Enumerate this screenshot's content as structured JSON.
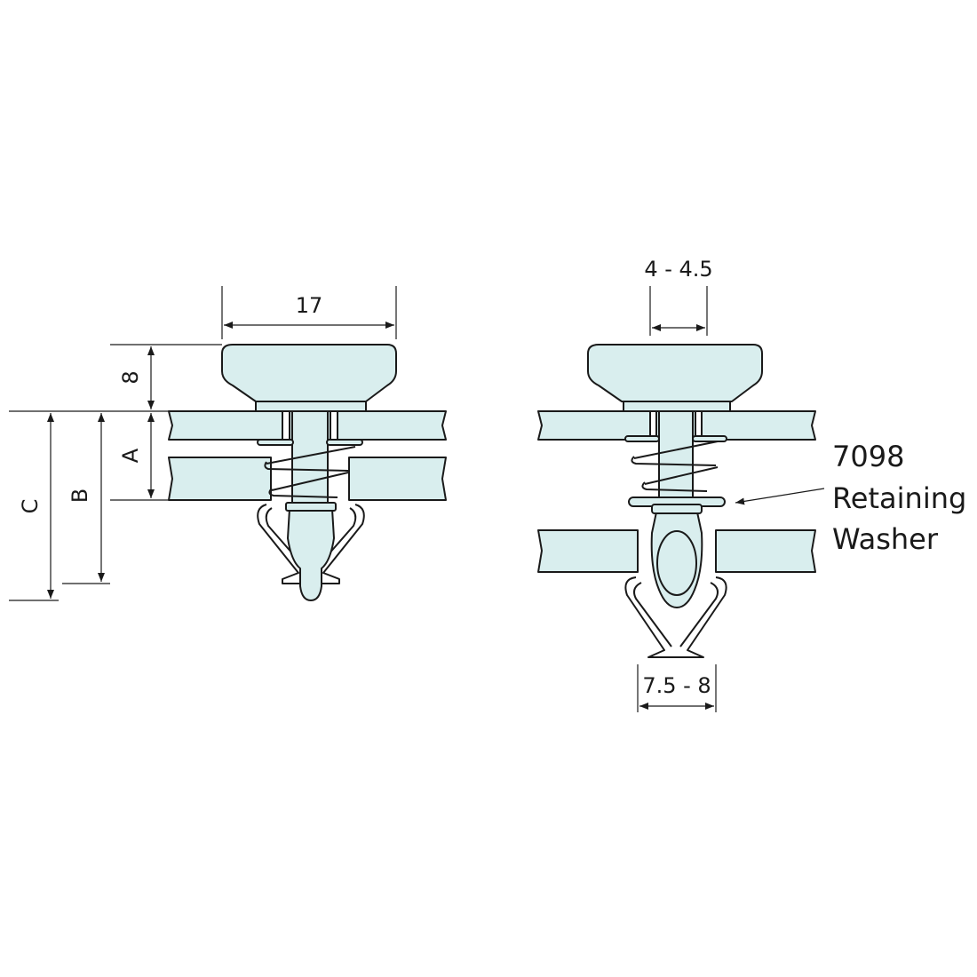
{
  "colors": {
    "part_fill": "#d9eeee",
    "line": "#1a1a1a",
    "background": "#ffffff"
  },
  "left_view": {
    "dim_head_width": "17",
    "dim_head_height": "8",
    "dim_a": "A",
    "dim_b": "B",
    "dim_c": "C"
  },
  "right_view": {
    "dim_shank": "4 - 4.5",
    "dim_clip": "7.5 - 8",
    "callout_lines": [
      "7098",
      "Retaining",
      "Washer"
    ]
  }
}
